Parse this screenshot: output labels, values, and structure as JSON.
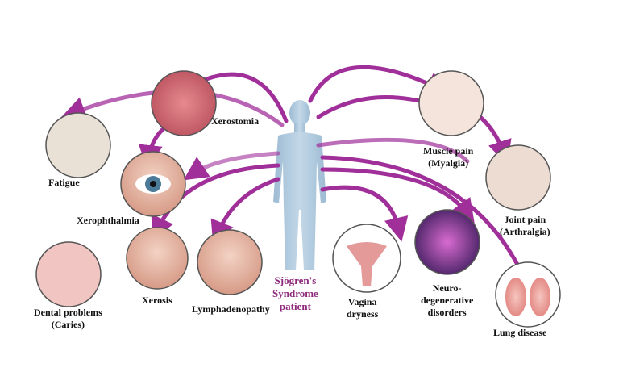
{
  "title": "Sjögren's Syndrome patient",
  "center_label": [
    "Sjögren's",
    "Syndrome",
    "patient"
  ],
  "colors": {
    "arrow": "#a02f9a",
    "arrow_light": "#d9a6d6",
    "body": "#a9c6dc",
    "patient_text": "#8e2a7c"
  },
  "symptoms": [
    {
      "id": "xerostomia",
      "lines": [
        "Xerostomia"
      ]
    },
    {
      "id": "fatigue",
      "lines": [
        "Fatigue"
      ]
    },
    {
      "id": "xerophthalmia",
      "lines": [
        "Xerophthalmia"
      ]
    },
    {
      "id": "dental",
      "lines": [
        "Dental problems",
        "(Caries)"
      ]
    },
    {
      "id": "xerosis",
      "lines": [
        "Xerosis"
      ]
    },
    {
      "id": "lymphadenopathy",
      "lines": [
        "Lymphadenopathy"
      ]
    },
    {
      "id": "vagina",
      "lines": [
        "Vagina",
        "dryness"
      ]
    },
    {
      "id": "neuro",
      "lines": [
        "Neuro-",
        "degenerative",
        "disorders"
      ]
    },
    {
      "id": "muscle",
      "lines": [
        "Muscle pain",
        "(Myalgia)"
      ]
    },
    {
      "id": "joint",
      "lines": [
        "Joint pain",
        "(Arthralgia)"
      ]
    },
    {
      "id": "lung",
      "lines": [
        "Lung disease"
      ]
    }
  ]
}
